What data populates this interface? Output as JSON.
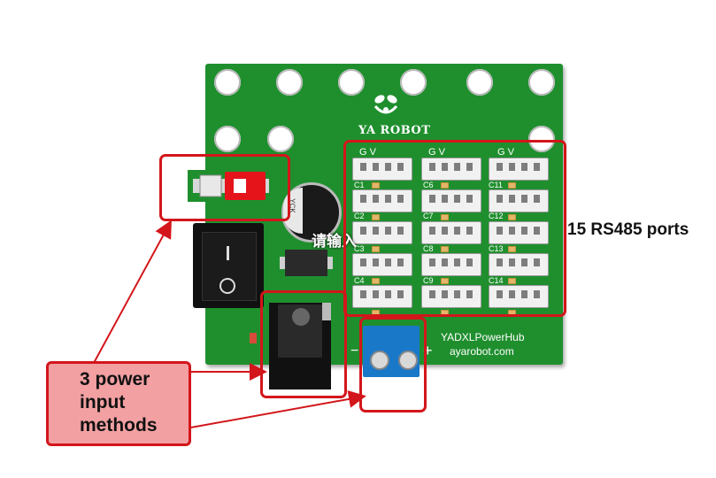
{
  "board": {
    "logo_text": "YA ROBOT",
    "model_text": "YADXLPowerHub",
    "website_text": "ayarobot.com",
    "overlay_text": "请输入",
    "gv_labels": [
      "G V",
      "G V",
      "G V"
    ],
    "cap_labels": [
      "C1",
      "C2",
      "C3",
      "C4",
      "C6",
      "C7",
      "C8",
      "C9",
      "C11",
      "C12",
      "C13",
      "C14"
    ],
    "capacitor_mark": "YCK",
    "polarity_minus": "−",
    "polarity_plus": "+"
  },
  "annotations": {
    "ports_label": "15 RS485 ports",
    "power_label_lines": [
      "3 power",
      "input",
      "methods"
    ]
  },
  "colors": {
    "pcb": "#1f8f2e",
    "highlight": "#d3161b",
    "callout_fill": "#f2a0a2",
    "terminal": "#1a78c8"
  }
}
